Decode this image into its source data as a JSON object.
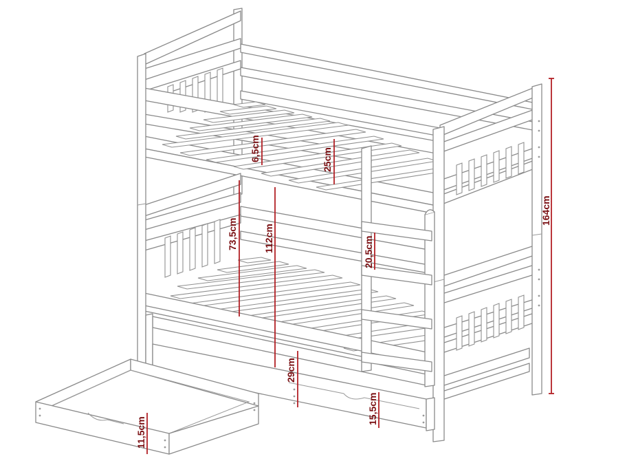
{
  "dimensions": {
    "top_rail": "6,5cm",
    "top_gap": "25cm",
    "side_height": "73,5cm",
    "bottom_clearance": "112cm",
    "ladder_step": "20,5cm",
    "lower_bed_height": "29cm",
    "drawer_height_inside": "15,5cm",
    "drawer_height": "11,5cm",
    "total_height": "164cm"
  },
  "colors": {
    "outline": "#8a8a8a",
    "dimension": "#b32025",
    "dimension_text": "#7a0f12",
    "background": "#ffffff"
  }
}
